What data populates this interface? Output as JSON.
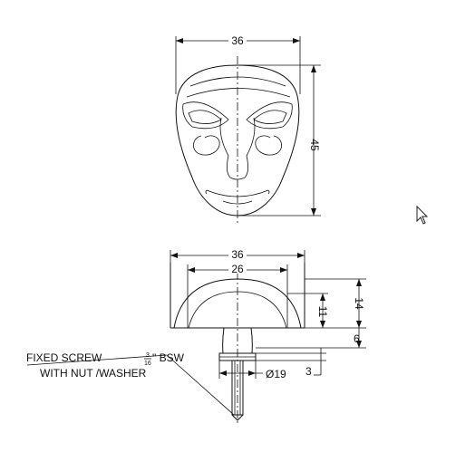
{
  "title": "",
  "front_view": {
    "width_dim": "36",
    "height_dim": "45"
  },
  "side_view": {
    "overall_width_dim": "36",
    "inner_width_dim": "26",
    "cap_height_dim": "14",
    "dome_height_dim": "11",
    "neck_height_dim": "6",
    "screw_length_dim": "3",
    "base_diameter_dim": "Ø19"
  },
  "callout": {
    "line1_prefix": "FIXED SCREW",
    "fraction_num": "3",
    "fraction_den": "16",
    "line1_suffix": "\" BSW",
    "line2": "WITH NUT /WASHER"
  },
  "cursor_icon": "mouse-pointer-icon"
}
